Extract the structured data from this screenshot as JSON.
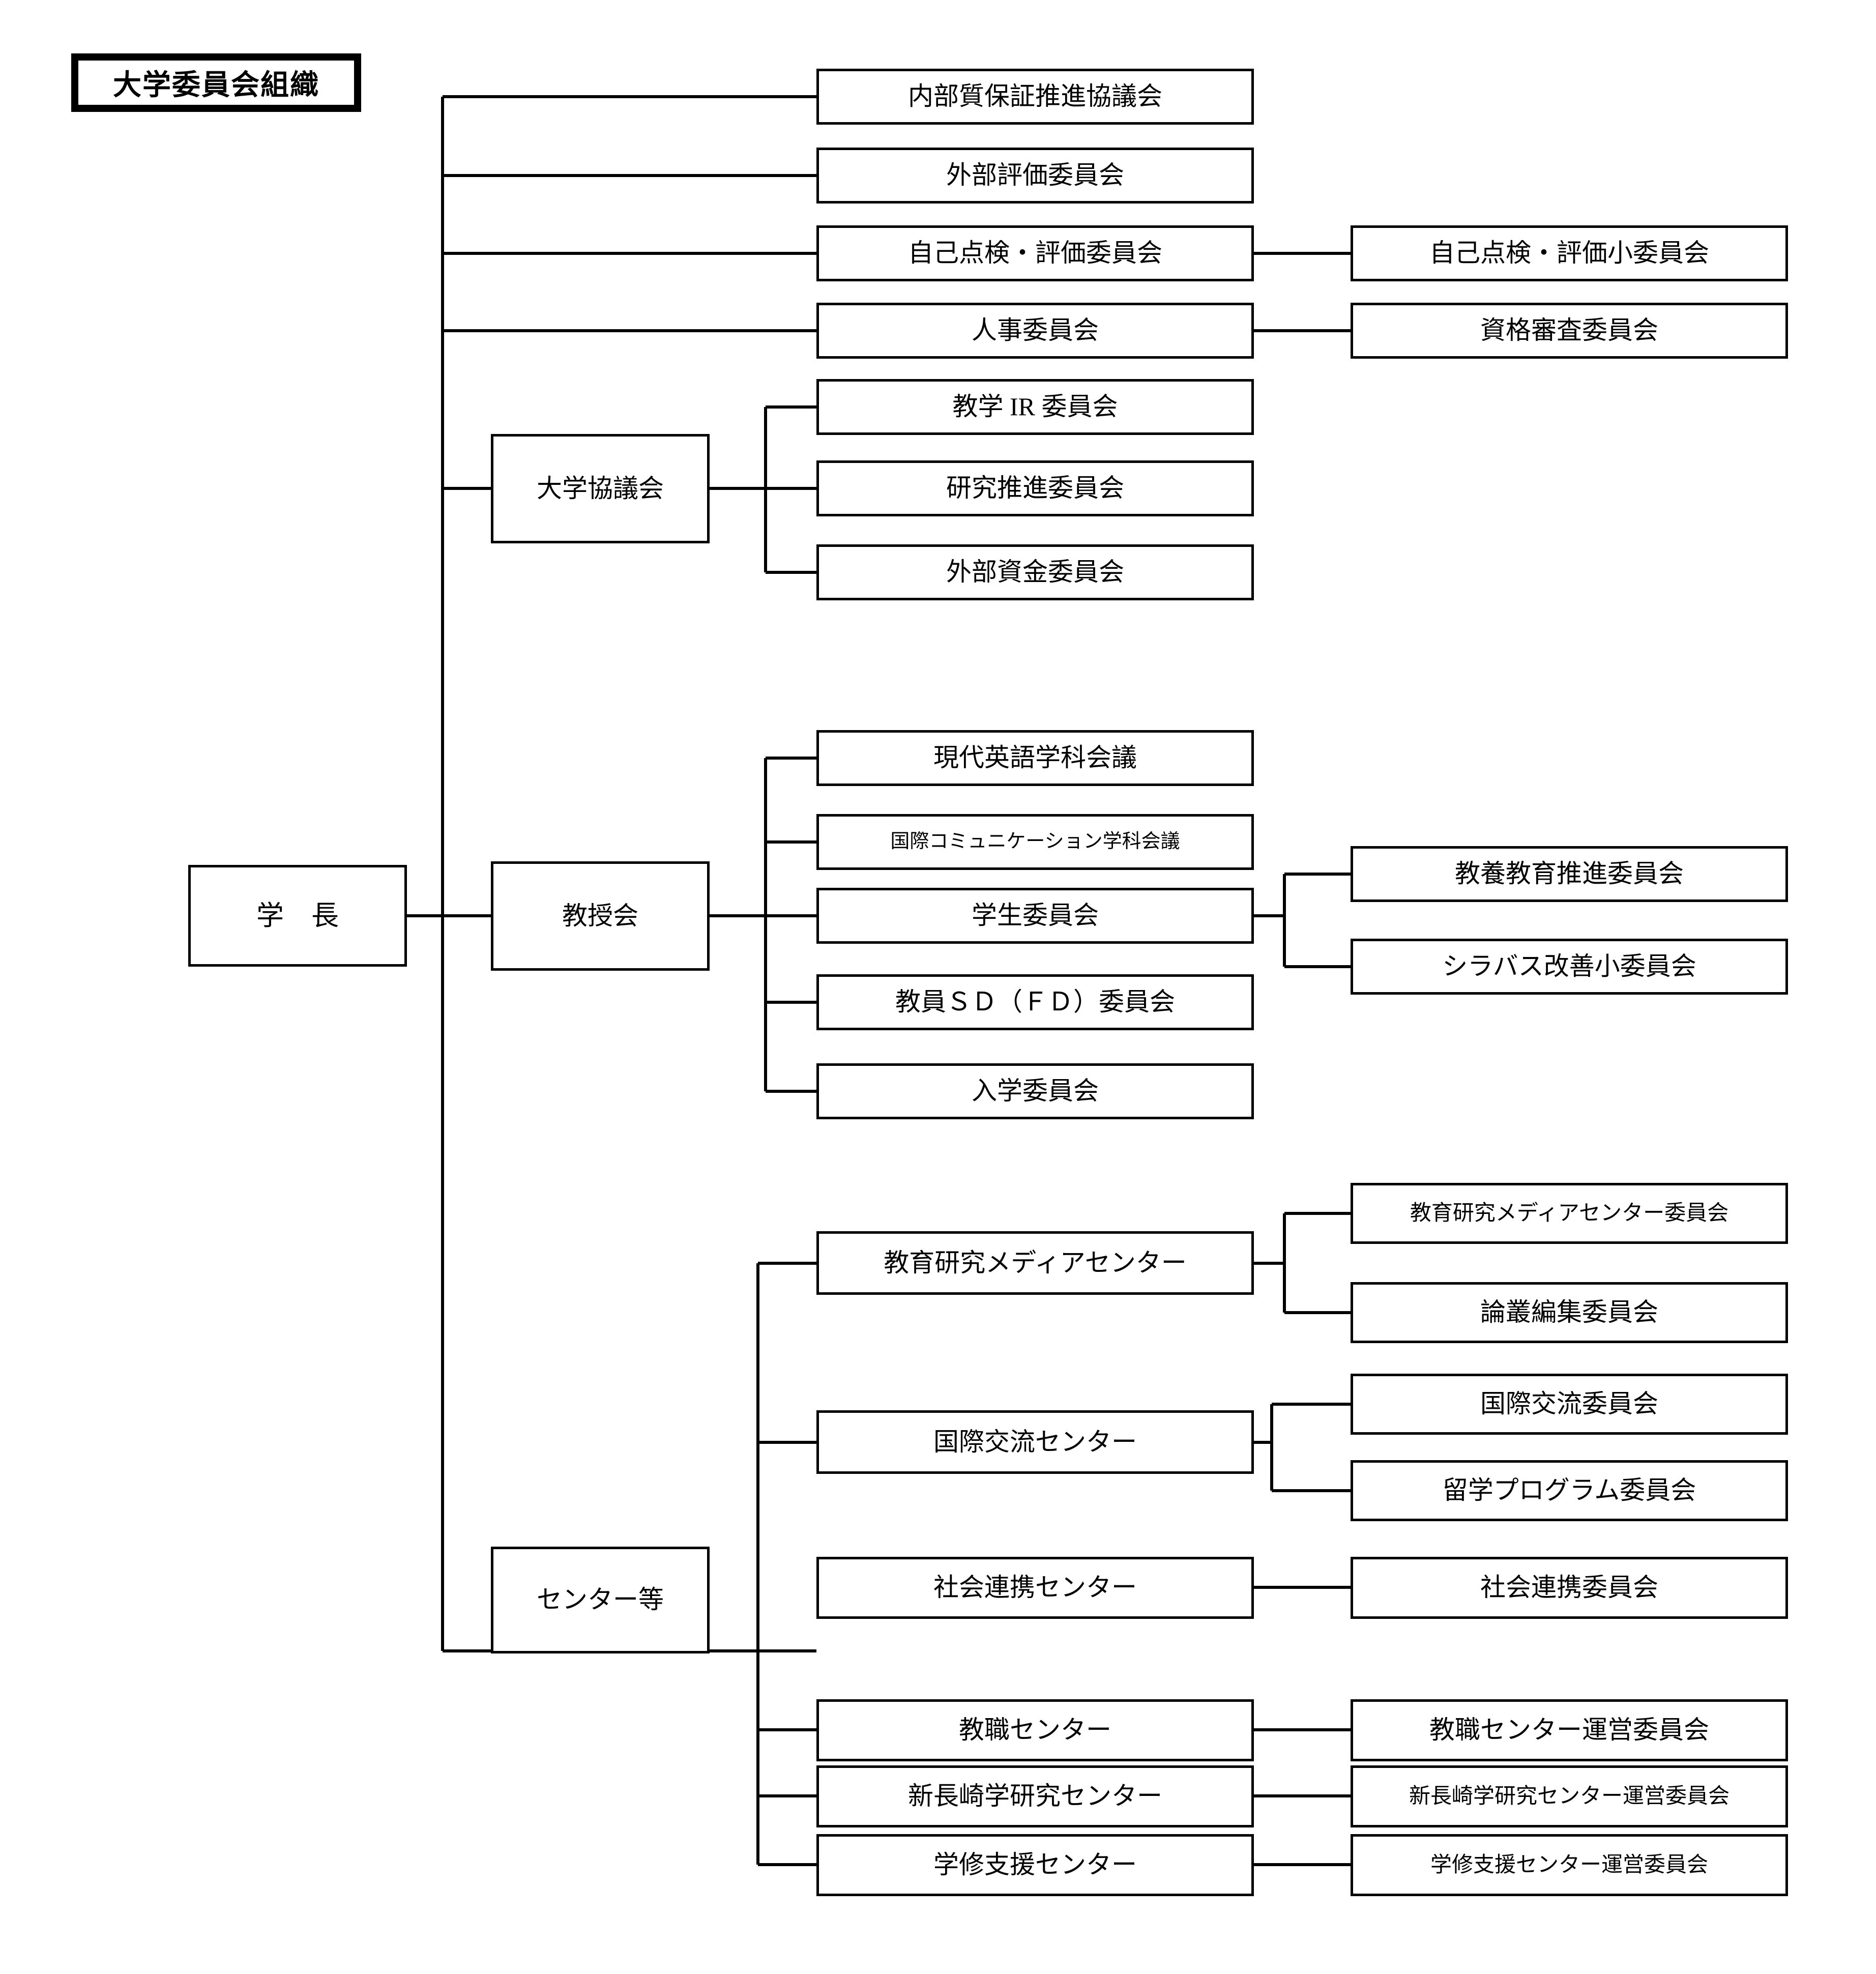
{
  "title": {
    "label": "大学委員会組織"
  },
  "root": {
    "label": "学　長"
  },
  "level1": [
    {
      "label": "内部質保証推進協議会"
    },
    {
      "label": "外部評価委員会"
    },
    {
      "label": "自己点検・評価委員会"
    },
    {
      "label": "人事委員会"
    },
    {
      "label": "大学協議会"
    },
    {
      "label": "教授会"
    },
    {
      "label": "センター等"
    }
  ],
  "daigaku_kyogikai_children": [
    {
      "label": "教学 IR 委員会"
    },
    {
      "label": "研究推進委員会"
    },
    {
      "label": "外部資金委員会"
    }
  ],
  "kyojukai_children": [
    {
      "label": "現代英語学科会議"
    },
    {
      "label": "国際コミュニケーション学科会議"
    },
    {
      "label": "学生委員会"
    },
    {
      "label": "教員ＳＤ（ＦＤ）委員会"
    },
    {
      "label": "入学委員会"
    }
  ],
  "center_children": [
    {
      "label": "教育研究メディアセンター"
    },
    {
      "label": "国際交流センター"
    },
    {
      "label": "社会連携センター"
    },
    {
      "label": "教職センター"
    },
    {
      "label": "新長崎学研究センター"
    },
    {
      "label": "学修支援センター"
    }
  ],
  "level3": [
    {
      "label": "自己点検・評価小委員会",
      "parent": "自己点検・評価委員会"
    },
    {
      "label": "資格審査委員会",
      "parent": "人事委員会"
    },
    {
      "label": "教養教育推進委員会",
      "parent": "学生委員会"
    },
    {
      "label": "シラバス改善小委員会",
      "parent": "学生委員会"
    },
    {
      "label": "教育研究メディアセンター委員会",
      "parent": "教育研究メディアセンター"
    },
    {
      "label": "論叢編集委員会",
      "parent": "教育研究メディアセンター"
    },
    {
      "label": "国際交流委員会",
      "parent": "国際交流センター"
    },
    {
      "label": "留学プログラム委員会",
      "parent": "国際交流センター"
    },
    {
      "label": "社会連携委員会",
      "parent": "社会連携センター"
    },
    {
      "label": "教職センター運営委員会",
      "parent": "教職センター"
    },
    {
      "label": "新長崎学研究センター運営委員会",
      "parent": "新長崎学研究センター"
    },
    {
      "label": "学修支援センター運営委員会",
      "parent": "学修支援センター"
    }
  ],
  "colors": {
    "line": "#000000",
    "box_border": "#000000",
    "background": "#ffffff"
  }
}
